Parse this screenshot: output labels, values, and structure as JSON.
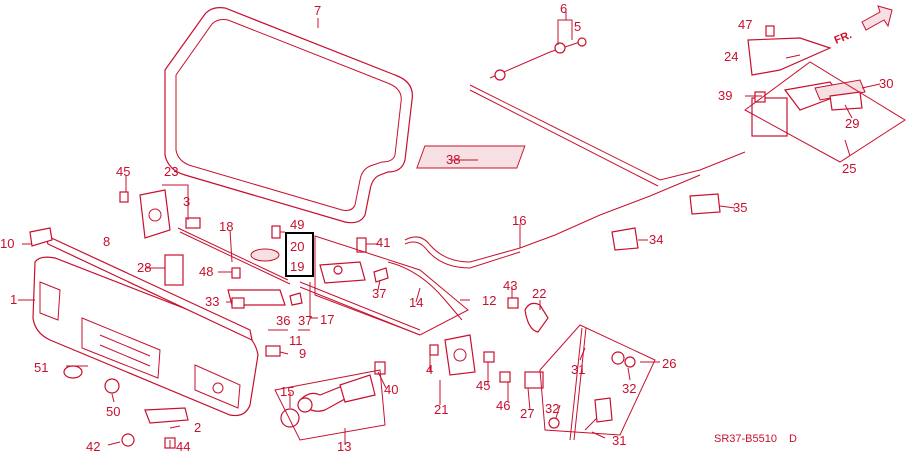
{
  "diagram": {
    "accent_color": "#c8102e",
    "highlight_color": "#000000",
    "direction_label": "FR.",
    "drawing_code": "SR37-B5510",
    "drawing_code_suffix": "D",
    "callouts": [
      "1",
      "2",
      "3",
      "4",
      "5",
      "6",
      "7",
      "8",
      "9",
      "10",
      "11",
      "12",
      "13",
      "14",
      "15",
      "16",
      "17",
      "18",
      "19",
      "20",
      "21",
      "22",
      "23",
      "24",
      "25",
      "26",
      "27",
      "28",
      "29",
      "30",
      "31",
      "32",
      "33",
      "34",
      "35",
      "36",
      "37",
      "38",
      "39",
      "40",
      "41",
      "42",
      "43",
      "44",
      "45",
      "46",
      "47",
      "48",
      "49",
      "50",
      "51"
    ],
    "highlighted_callouts": [
      "20",
      "19"
    ]
  }
}
